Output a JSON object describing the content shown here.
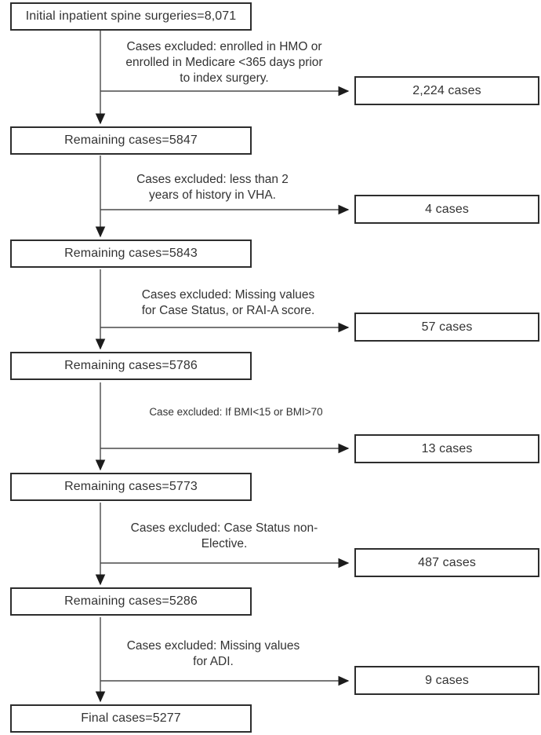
{
  "flowchart": {
    "type": "exclusion-flow-diagram",
    "line_color": "#4a4a4a",
    "border_color": "#2d2d2d",
    "main_boxes": [
      {
        "label": "Initial inpatient spine surgeries=8,071"
      },
      {
        "label": "Remaining cases=5847"
      },
      {
        "label": "Remaining cases=5843"
      },
      {
        "label": "Remaining cases=5786"
      },
      {
        "label": "Remaining cases=5773"
      },
      {
        "label": "Remaining cases=5286"
      },
      {
        "label": "Final cases=5277"
      }
    ],
    "exclusions": [
      {
        "label": "Cases excluded: enrolled in HMO or\nenrolled in Medicare <365 days prior\nto index surgery.",
        "cases": "2,224 cases"
      },
      {
        "label": "Cases excluded: less than 2\nyears of history in VHA.",
        "cases": "4 cases"
      },
      {
        "label": "Cases excluded: Missing values\nfor Case Status, or RAI-A score.",
        "cases": "57 cases"
      },
      {
        "label": "Case excluded: If BMI<15 or BMI>70",
        "cases": "13 cases"
      },
      {
        "label": "Cases excluded: Case Status non-\nElective.",
        "cases": "487 cases"
      },
      {
        "label": "Cases excluded: Missing values\nfor ADI.",
        "cases": "9 cases"
      }
    ]
  }
}
